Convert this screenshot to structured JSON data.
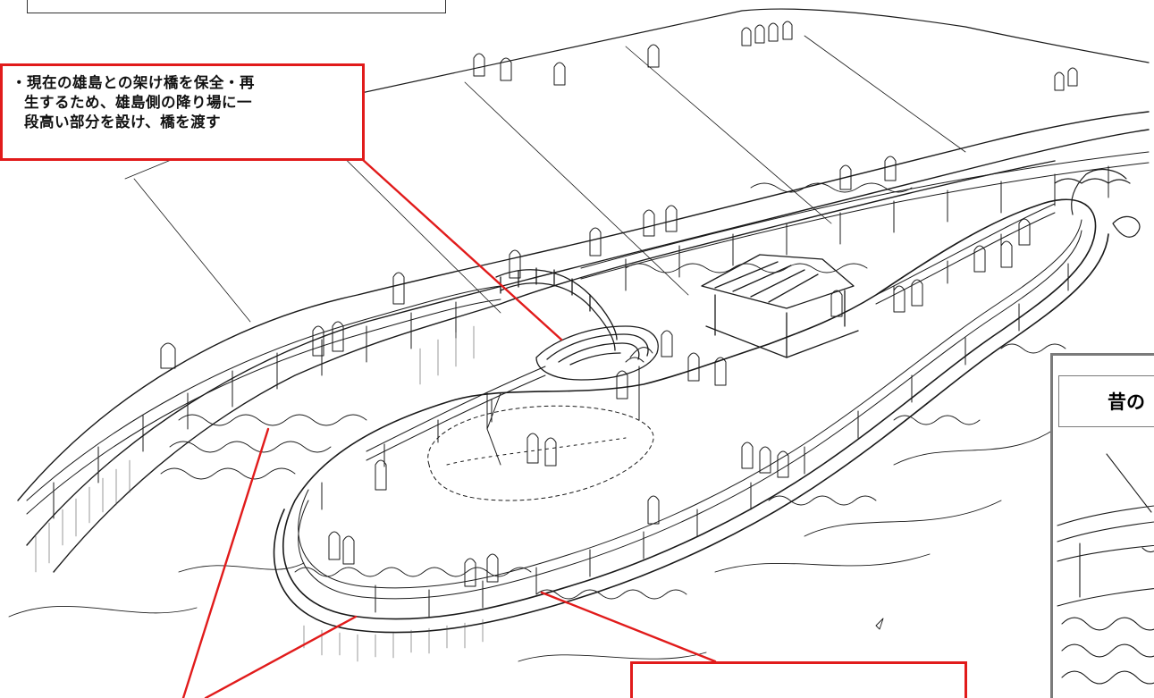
{
  "top_label": {
    "text": ""
  },
  "callouts": {
    "bridge": {
      "lines": [
        "・現在の雄島との架け橋を保全・再",
        "生するため、雄島側の降り場に一",
        "段高い部分を設け、橋を渡す"
      ]
    },
    "bottom": {
      "text": ""
    }
  },
  "inset": {
    "title": "昔の"
  },
  "colors": {
    "callout_border": "#e11b1b",
    "leader_line": "#e11b1b",
    "sketch_ink": "#1a1a1a",
    "inset_border": "#7a7a7a"
  }
}
